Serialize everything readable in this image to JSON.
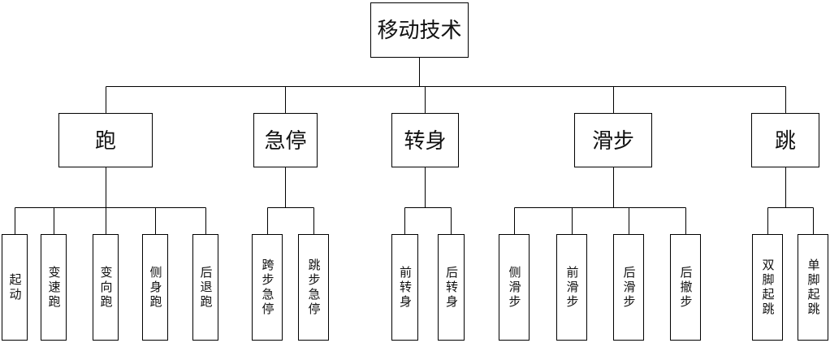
{
  "diagram": {
    "title": "移动技术",
    "root": {
      "label": "移动技术"
    },
    "branches": [
      {
        "label": "跑",
        "children": [
          "起动",
          "变速跑",
          "变向跑",
          "侧身跑",
          "后退跑"
        ]
      },
      {
        "label": "急停",
        "children": [
          "跨步急停",
          "跳步急停"
        ]
      },
      {
        "label": "转身",
        "children": [
          "前转身",
          "后转身"
        ]
      },
      {
        "label": "滑步",
        "children": [
          "侧滑步",
          "前滑步",
          "后滑步",
          "后撤步"
        ]
      },
      {
        "label": "跳",
        "children": [
          "双脚起跳",
          "单脚起跳"
        ]
      }
    ],
    "colors": {
      "line": "#000000",
      "text": "#111111",
      "background": "#ffffff"
    }
  }
}
